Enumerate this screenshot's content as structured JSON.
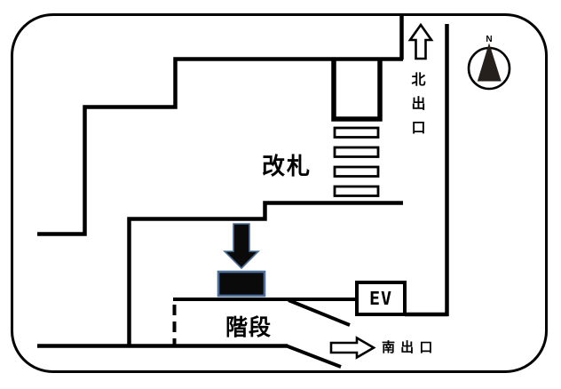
{
  "diagram": {
    "kind": "station-floor-map",
    "labels": {
      "gate": "改札",
      "stairs": "階段",
      "elevator": "EV",
      "north_exit": "北出口",
      "south_exit": "南 出 口",
      "compass_north": "N"
    },
    "colors": {
      "line": "#000000",
      "background": "#ffffff",
      "marker_fill": "#0a0a0a",
      "marker_border": "#4b6e9b"
    },
    "icons": {
      "north_exit_arrow": "hollow-up-arrow",
      "south_exit_arrow": "hollow-right-arrow",
      "route_arrow": "solid-down-arrow",
      "compass": "circle-with-north-needle"
    },
    "ticket_gate_count": 4
  }
}
